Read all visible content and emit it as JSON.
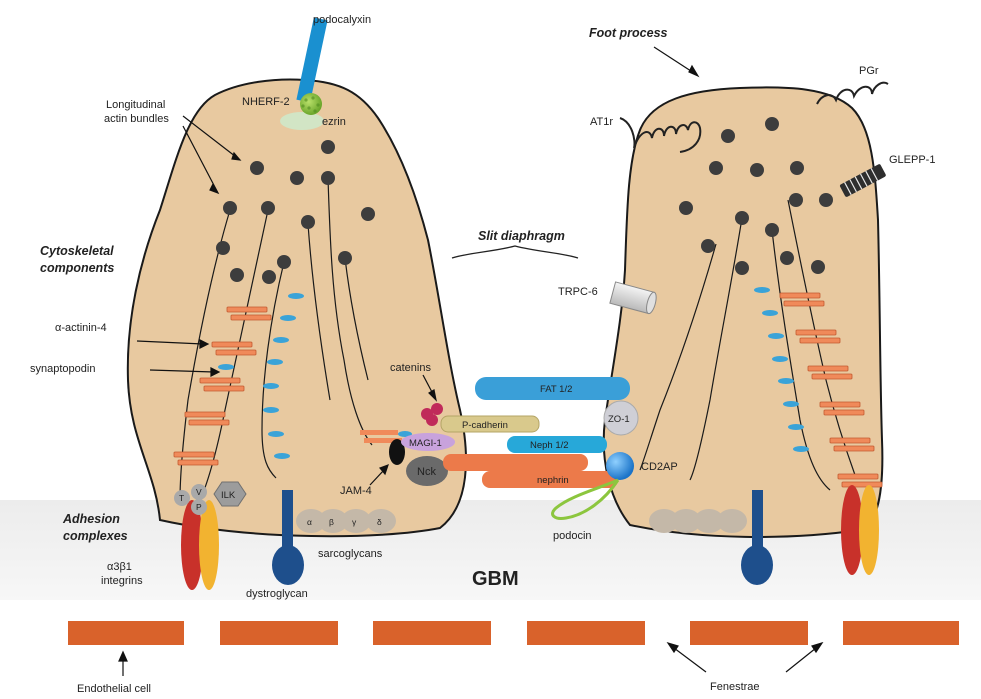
{
  "labels": {
    "podocalyxin": "podocalyxin",
    "nherf2": "NHERF-2",
    "ezrin": "ezrin",
    "longitudinal_line1": "Longitudinal",
    "longitudinal_line2": "actin bundles",
    "cytoskeletal_line1": "Cytoskeletal",
    "cytoskeletal_line2": "components",
    "alpha_actinin": "α-actinin-4",
    "synaptopodin": "synaptopodin",
    "adhesion_line1": "Adhesion",
    "adhesion_line2": "complexes",
    "integrins_line1": "α3β1",
    "integrins_line2": "integrins",
    "dystroglycan": "dystroglycan",
    "sarcoglycans": "sarcoglycans",
    "jam4": "JAM-4",
    "catenins": "catenins",
    "slit_diaphragm": "Slit diaphragm",
    "trpc6": "TRPC-6",
    "fat": "FAT 1/2",
    "zo1": "ZO-1",
    "p_cadherin": "P-cadherin",
    "magi1": "MAGI-1",
    "neph": "Neph 1/2",
    "nck": "Nck",
    "nephrin": "nephrin",
    "cd2ap": "CD2AP",
    "podocin": "podocin",
    "foot_process": "Foot process",
    "at1r": "AT1r",
    "pgr": "PGr",
    "glepp1": "GLEPP-1",
    "gbm": "GBM",
    "endothelial": "Endothelial cell",
    "fenestrae": "Fenestrae",
    "ilk": "ILK",
    "t": "T",
    "v": "V",
    "p": "P",
    "alpha": "α",
    "beta": "β",
    "gamma": "γ",
    "delta": "δ"
  },
  "colors": {
    "cell_fill": "#e8c9a0",
    "actin_stripe": "#f08a5a",
    "integrin_red": "#c8312a",
    "integrin_yellow": "#f2b330",
    "dystroglycan": "#1e4f8c",
    "fat_blue": "#3a9fd8",
    "nephrin_orange": "#ec7a4a",
    "gbm_grey": "#e6e6e6",
    "endothelial_orange": "#d9622b"
  }
}
